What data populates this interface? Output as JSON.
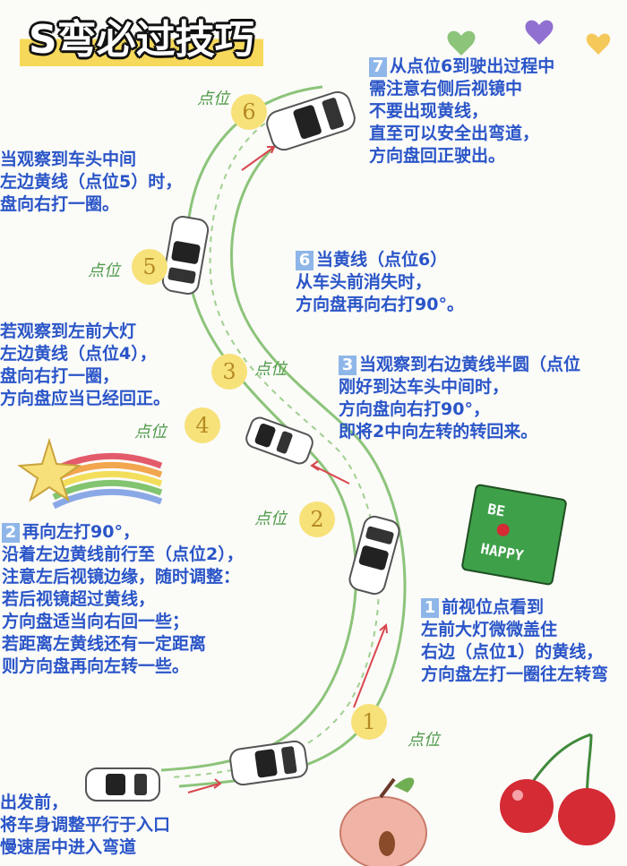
{
  "title": "S弯必过技巧",
  "handwritten_label": "点位",
  "points": [
    "1",
    "2",
    "3",
    "4",
    "5",
    "6"
  ],
  "notes": {
    "start": [
      "出发前，",
      "将车身调整平行于入口",
      "慢速居中进入弯道"
    ],
    "step1": {
      "num": "1",
      "lines": [
        "前视位点看到",
        "左前大灯微微盖住",
        "右边（点位1）的黄线，",
        "方向盘左打一圈往左转弯"
      ]
    },
    "step2": {
      "num": "2",
      "lines": [
        "再向左打90°，",
        "沿着左边黄线前行至（点位2），",
        "注意左后视镜边缘，随时调整：",
        "若后视镜超过黄线，",
        "方向盘适当向右回一些；",
        "若距离左黄线还有一定距离",
        "则方向盘再向左转一些。"
      ]
    },
    "step3": {
      "num": "3",
      "lines": [
        "当观察到右边黄线半圆（点位",
        "刚好到达车头中间时，",
        "方向盘向右打90°，",
        "即将2中向左转的转回来。"
      ]
    },
    "step4": [
      "若观察到左前大灯",
      "左边黄线（点位4），",
      "盘向右打一圈，",
      "方向盘应当已经回正。"
    ],
    "step5": [
      "当观察到车头中间",
      "左边黄线（点位5）时，",
      "盘向右打一圈。"
    ],
    "step6": {
      "num": "6",
      "lines": [
        "当黄线（点位6）",
        "从车头前消失时，",
        "方向盘再向右打90°。"
      ]
    },
    "step7": {
      "num": "7",
      "lines": [
        "从点位6到驶出过程中",
        "需注意右侧后视镜中",
        "不要出现黄线，",
        "直至可以安全出弯道，",
        "方向盘回正驶出。"
      ]
    }
  },
  "sticker": {
    "line1": "BE",
    "line2": "HAPPY"
  }
}
